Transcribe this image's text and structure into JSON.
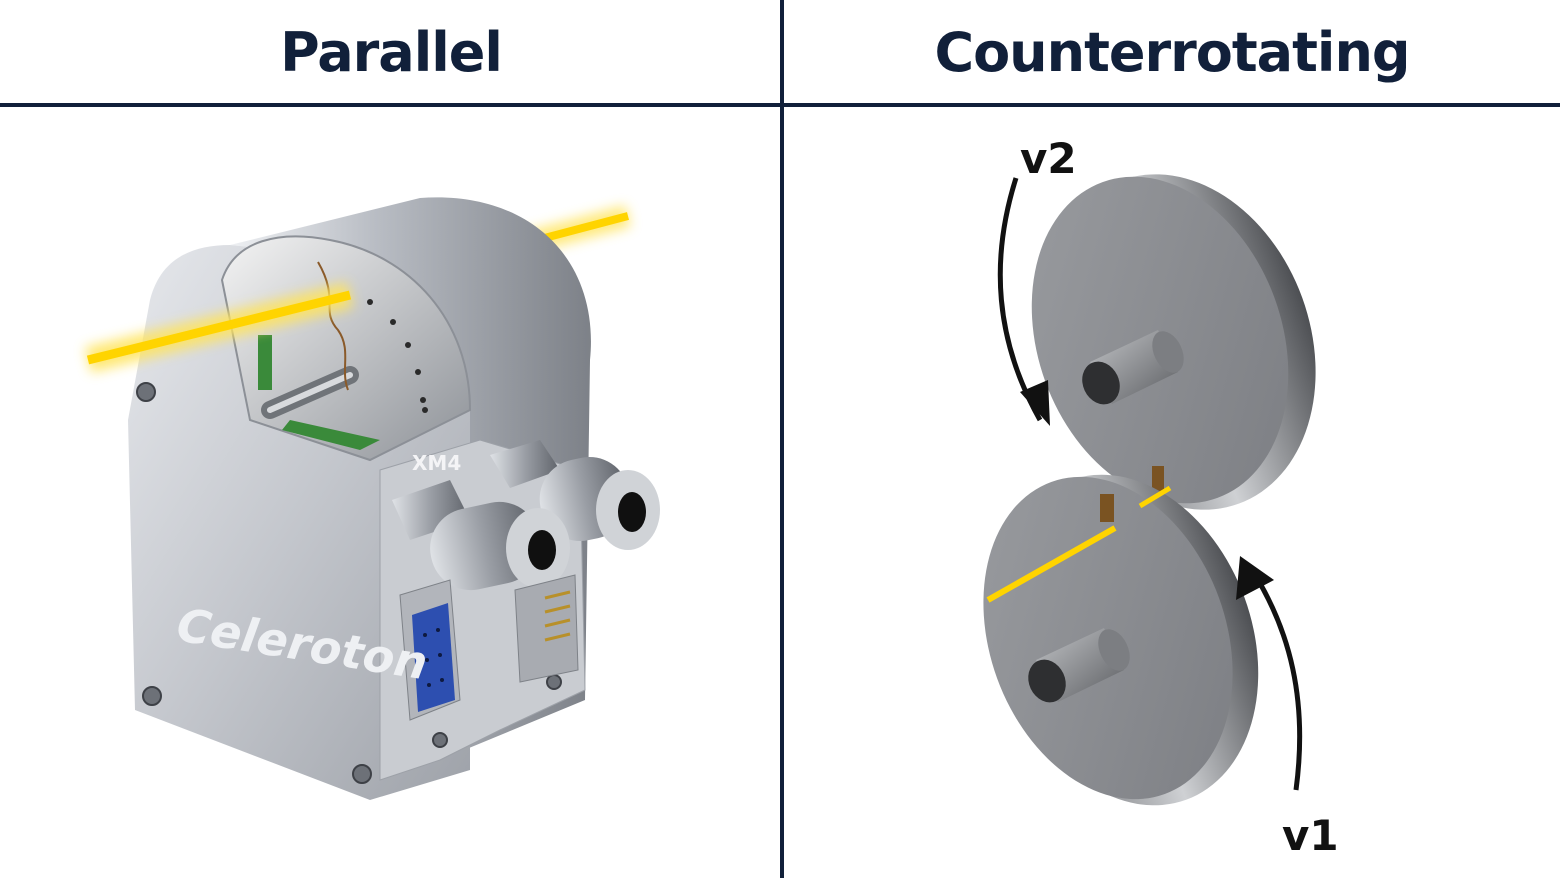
{
  "panels": {
    "left": {
      "title": "Parallel"
    },
    "right": {
      "title": "Counterrotating"
    }
  },
  "device": {
    "brand_text": "Celeroton",
    "port_label": "XM4"
  },
  "arrows": {
    "top_label": "v2",
    "bottom_label": "v1"
  },
  "colors": {
    "heading": "#11203a",
    "divider": "#11203a",
    "laser": "#ffd400",
    "metal_light": "#d4d7dc",
    "metal_dark": "#8a8e95",
    "disc_face": "#8c8e92",
    "disc_edge": "#5c5e62",
    "connector_blue": "#2d4fb0",
    "arrow": "#111111"
  }
}
